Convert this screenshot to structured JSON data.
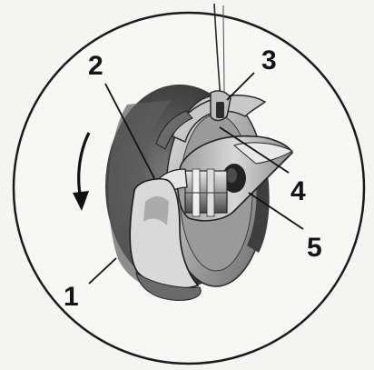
{
  "diagram": {
    "callouts": [
      {
        "id": "1",
        "label": "1"
      },
      {
        "id": "2",
        "label": "2"
      },
      {
        "id": "3",
        "label": "3"
      },
      {
        "id": "4",
        "label": "4"
      },
      {
        "id": "5",
        "label": "5"
      }
    ],
    "rotation_arrow": "curved-down-arrow-icon",
    "colors": {
      "paper": "#f4f4f2",
      "ink": "#151515",
      "metal_dark": "#3a3a3a",
      "metal_mid": "#8c8c8c",
      "metal_light": "#d6d6d6"
    }
  }
}
